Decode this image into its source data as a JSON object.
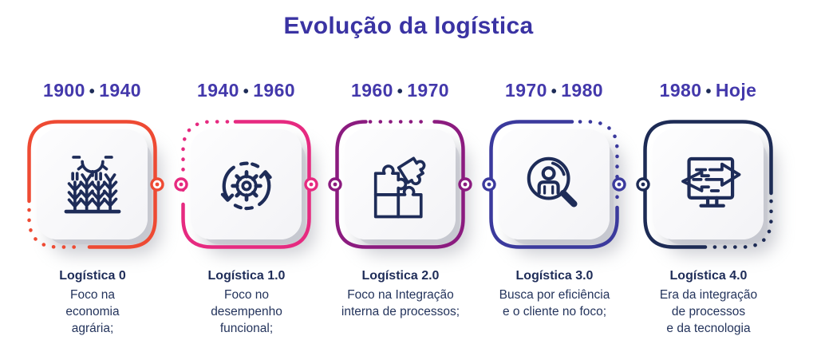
{
  "title": "Evolução da logística",
  "date_separator": "•",
  "colors": {
    "title": "#3a33a3",
    "dates": "#4338ab",
    "date_dot": "#1e2c58",
    "icon_stroke": "#1e2c58",
    "caption_title": "#1e2c58",
    "caption_body": "#24345c",
    "stage_colors": [
      "#ee4a33",
      "#e62a80",
      "#8b1b7f",
      "#3b3a9d",
      "#1d2b55"
    ]
  },
  "stages": [
    {
      "date_start": "1900",
      "date_end": "1940",
      "color": "#ee4a33",
      "icon": "agriculture-icon",
      "name": "Logística 0",
      "lines": [
        "Foco na",
        "economia",
        "agrária;"
      ]
    },
    {
      "date_start": "1940",
      "date_end": "1960",
      "color": "#e62a80",
      "icon": "process-cycle-icon",
      "name": "Logística 1.0",
      "lines": [
        "Foco no",
        "desempenho",
        "funcional;"
      ]
    },
    {
      "date_start": "1960",
      "date_end": "1970",
      "color": "#8b1b7f",
      "icon": "puzzle-icon",
      "name": "Logística 2.0",
      "lines": [
        "Foco na Integração",
        "interna de processos;"
      ]
    },
    {
      "date_start": "1970",
      "date_end": "1980",
      "color": "#3b3a9d",
      "icon": "search-person-icon",
      "name": "Logística 3.0",
      "lines": [
        "Busca por eficiência",
        "e o cliente no foco;"
      ]
    },
    {
      "date_start": "1980",
      "date_end": "Hoje",
      "color": "#1d2b55",
      "icon": "monitor-arrows-icon",
      "name": "Logística 4.0",
      "lines": [
        "Era da integração",
        "de processos",
        "e da tecnologia"
      ]
    }
  ]
}
